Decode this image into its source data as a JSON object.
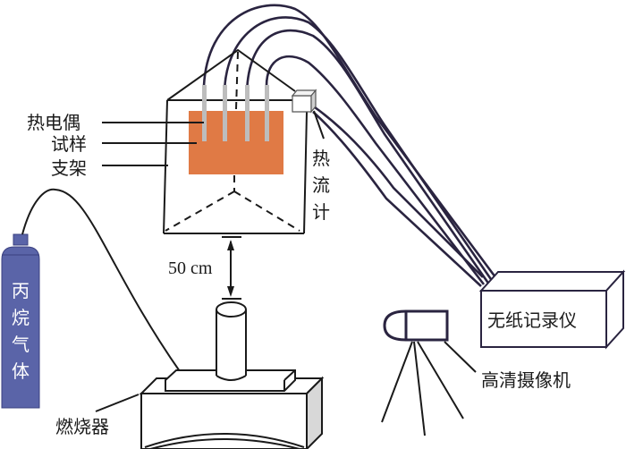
{
  "diagram": {
    "labels": {
      "thermocouple": "热电偶",
      "sample": "试样",
      "bracket": "支架",
      "heat_flux_meter": [
        "热",
        "流",
        "计"
      ],
      "distance": "50 cm",
      "propane_gas": [
        "丙",
        "烷",
        "气",
        "体"
      ],
      "burner": "燃烧器",
      "paperless_recorder": "无纸记录仪",
      "hd_camera": "高清摄像机"
    },
    "colors": {
      "sample_fill": "#E07A45",
      "cylinder_fill": "#5A64A8",
      "thermocouple_probe": "#BDBDBD",
      "wire": "#2A2440"
    }
  }
}
